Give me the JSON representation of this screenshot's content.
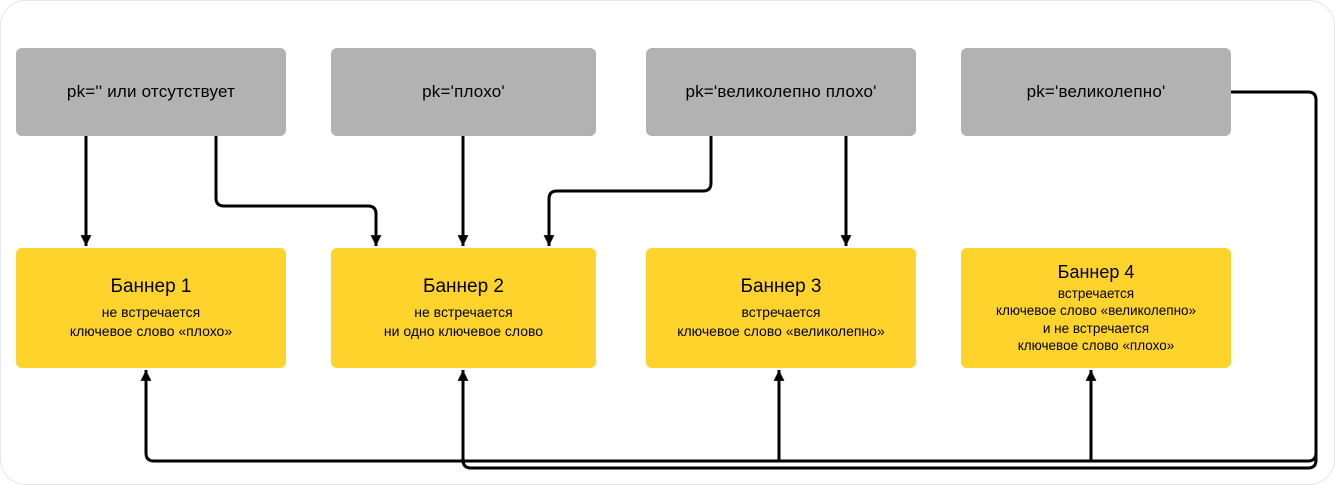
{
  "diagram": {
    "conditions": [
      {
        "label": "pk='' или отсутствует"
      },
      {
        "label": "pk='плохо'"
      },
      {
        "label": "pk='великолепно плохо'"
      },
      {
        "label": "pk='великолепно'"
      }
    ],
    "banners": [
      {
        "title": "Баннер 1",
        "lines": [
          "не встречается",
          "ключевое слово «плохо»"
        ]
      },
      {
        "title": "Баннер 2",
        "lines": [
          "не встречается",
          "ни одно ключевое слово"
        ]
      },
      {
        "title": "Баннер 3",
        "lines": [
          "встречается",
          "ключевое слово «великолепно»"
        ]
      },
      {
        "title": "Баннер 4",
        "lines": [
          "встречается",
          "ключевое слово «великолепно»",
          "и не встречается",
          "ключевое слово «плохо»"
        ]
      }
    ],
    "colors": {
      "condition_bg": "#b2b2b2",
      "banner_bg": "#fdd32c",
      "line_color": "#000000"
    }
  }
}
